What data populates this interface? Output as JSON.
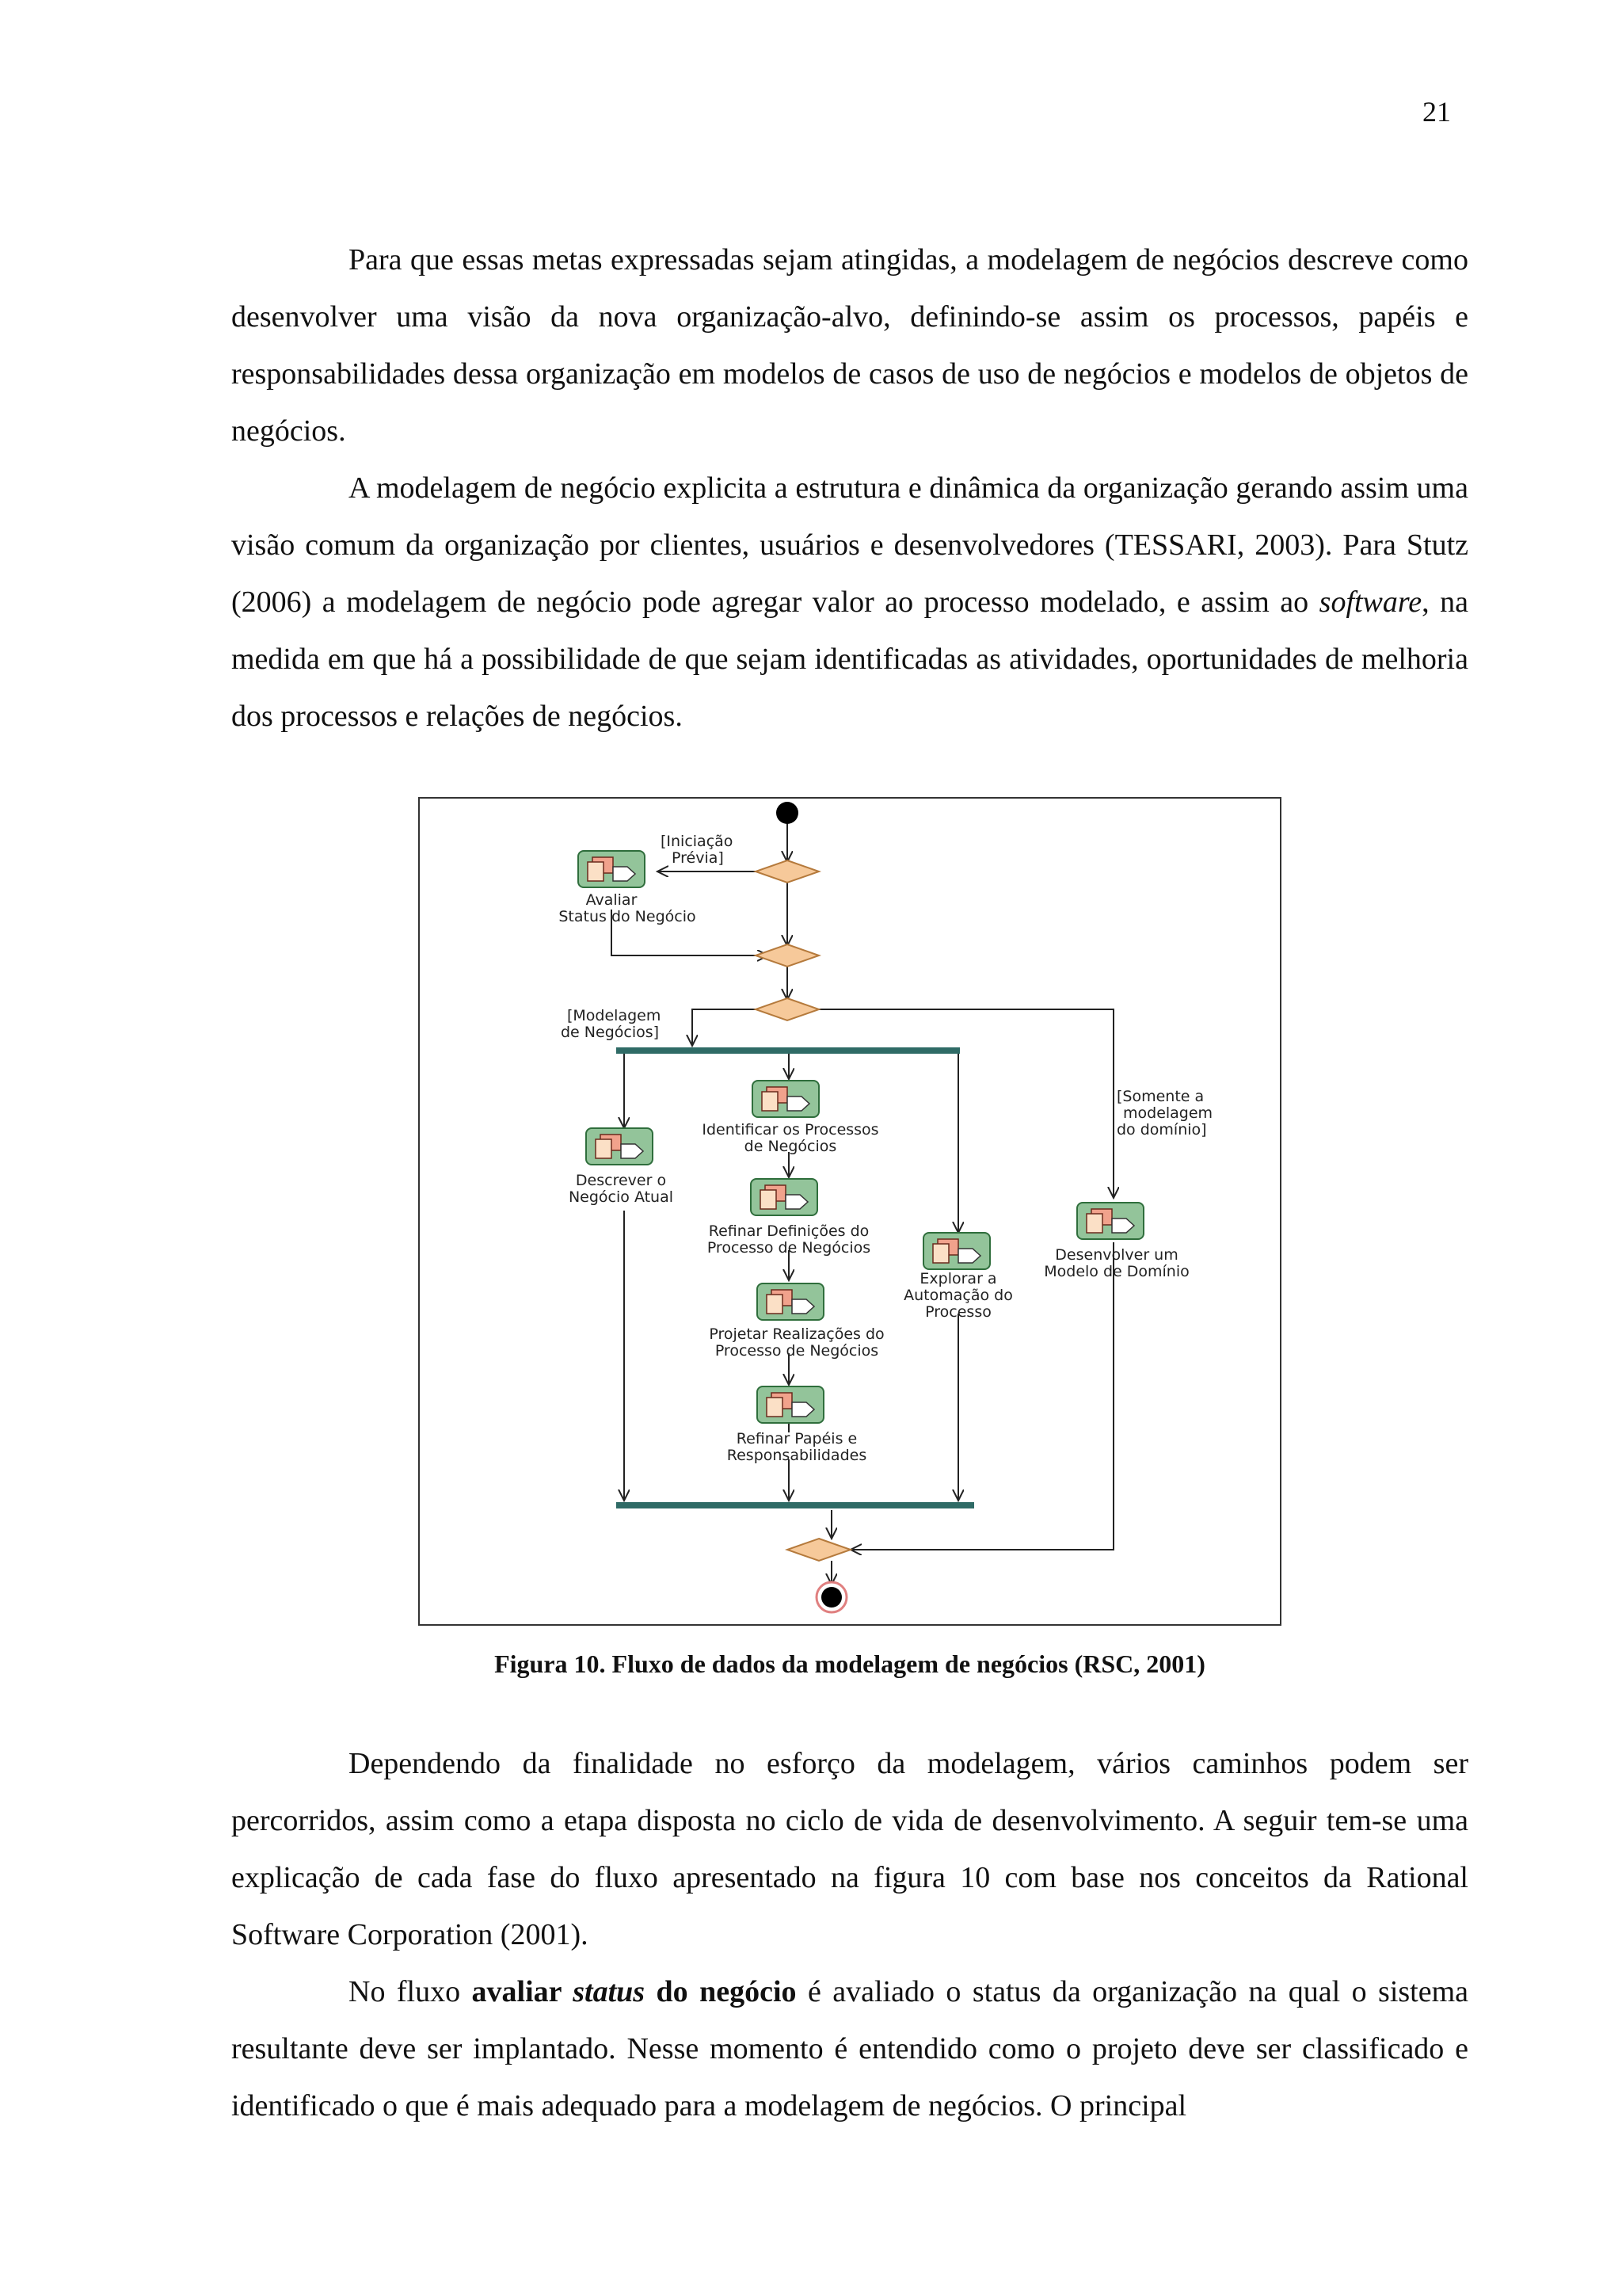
{
  "page_number": "21",
  "paragraph_1": {
    "text": "Para que essas metas expressadas sejam atingidas, a modelagem de negócios descreve como desenvolver uma visão da nova organização-alvo, definindo-se assim os processos, papéis e responsabilidades dessa organização em modelos de casos de uso de negócios e modelos de objetos de negócios."
  },
  "paragraph_2": {
    "part1": "A modelagem de negócio explicita a estrutura e dinâmica da organização gerando assim uma visão comum da organização por clientes, usuários e desenvolvedores (TESSARI, 2003). Para Stutz (2006) a modelagem de negócio pode agregar valor ao processo modelado, e assim ao ",
    "italic": "software",
    "part2": ", na medida em que há a possibilidade de que sejam identificadas as atividades, oportunidades de melhoria dos processos e relações de negócios."
  },
  "figure": {
    "guards": {
      "iniciacao": [
        "[Iniciação",
        "Prévia]"
      ],
      "modelagem": [
        "[Modelagem",
        "de Negócios]"
      ],
      "somente": [
        "[Somente a",
        "modelagem",
        "do domínio]"
      ]
    },
    "activities": {
      "avaliar": [
        "Avaliar",
        "Status do Negócio"
      ],
      "descrever": [
        "Descrever o",
        "Negócio Atual"
      ],
      "identificar": [
        "Identificar os Processos",
        "de Negócios"
      ],
      "refinar_definicoes": [
        "Refinar Definições do",
        "Processo de Negócios"
      ],
      "projetar": [
        "Projetar Realizações do",
        "Processo de Negócios"
      ],
      "refinar_papeis": [
        "Refinar Papéis e",
        "Responsabilidades"
      ],
      "explorar": [
        "Explorar a",
        "Automação do",
        "Processo"
      ],
      "desenvolver": [
        "Desenvolver um",
        "Modelo de Domínio"
      ]
    }
  },
  "caption": "Figura 10. Fluxo de dados da modelagem de negócios (RSC, 2001)",
  "paragraph_3": {
    "text": "Dependendo da finalidade no esforço da modelagem, vários caminhos podem ser percorridos, assim como a etapa disposta no ciclo de vida de desenvolvimento. A seguir tem-se uma explicação de cada fase do fluxo apresentado na figura 10 com base nos conceitos da Rational Software Corporation (2001)."
  },
  "paragraph_4": {
    "part1": "No fluxo ",
    "bold1": "avaliar ",
    "bold_italic": "status",
    "bold2": " do negócio",
    "part2": " é avaliado o status da organização na qual o sistema resultante deve ser implantado. Nesse momento é entendido como o projeto deve ser classificado e identificado o que é mais adequado para a modelagem de negócios. O principal"
  },
  "colors": {
    "decision_fill": "#f6c99a",
    "decision_stroke": "#b57a3c",
    "activity_fill": "#93c49a",
    "activity_stroke": "#2f6e3c",
    "sync_bar": "#2f6b66",
    "node": "#000000",
    "end_ring": "#e08080"
  }
}
